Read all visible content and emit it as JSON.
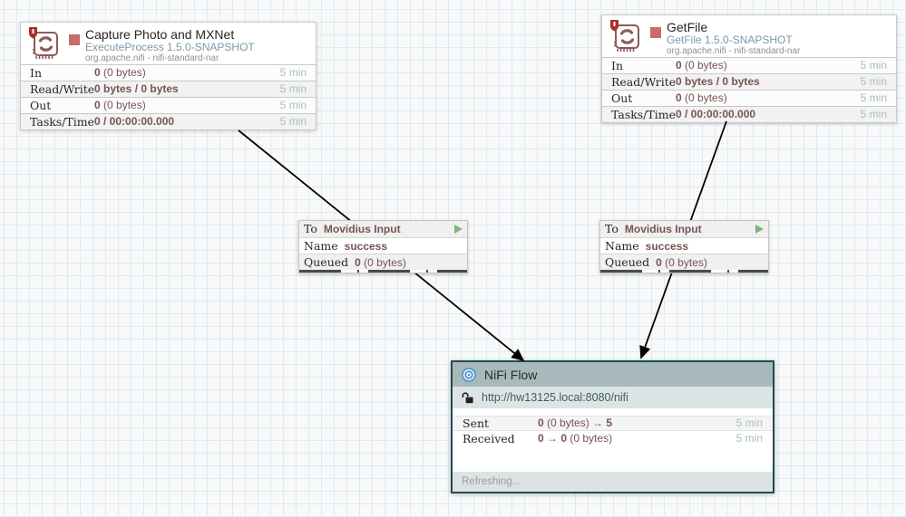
{
  "processors": [
    {
      "title": "Capture Photo and MXNet",
      "type": "ExecuteProcess 1.5.0-SNAPSHOT",
      "bundle": "org.apache.nifi - nifi-standard-nar",
      "stats": [
        {
          "label": "In",
          "parts": [
            {
              "t": "0",
              "b": true
            },
            {
              "t": " (0 bytes)",
              "b": false
            }
          ],
          "window": "5 min"
        },
        {
          "label": "Read/Write",
          "parts": [
            {
              "t": "0 bytes / 0 bytes",
              "b": true
            }
          ],
          "window": "5 min"
        },
        {
          "label": "Out",
          "parts": [
            {
              "t": "0",
              "b": true
            },
            {
              "t": " (0 bytes)",
              "b": false
            }
          ],
          "window": "5 min"
        },
        {
          "label": "Tasks/Time",
          "parts": [
            {
              "t": "0 / 00:00:00.000",
              "b": true
            }
          ],
          "window": "5 min"
        }
      ]
    },
    {
      "title": "GetFile",
      "type": "GetFile 1.5.0-SNAPSHOT",
      "bundle": "org.apache.nifi - nifi-standard-nar",
      "stats": [
        {
          "label": "In",
          "parts": [
            {
              "t": "0",
              "b": true
            },
            {
              "t": " (0 bytes)",
              "b": false
            }
          ],
          "window": "5 min"
        },
        {
          "label": "Read/Write",
          "parts": [
            {
              "t": "0 bytes / 0 bytes",
              "b": true
            }
          ],
          "window": "5 min"
        },
        {
          "label": "Out",
          "parts": [
            {
              "t": "0",
              "b": true
            },
            {
              "t": " (0 bytes)",
              "b": false
            }
          ],
          "window": "5 min"
        },
        {
          "label": "Tasks/Time",
          "parts": [
            {
              "t": "0 / 00:00:00.000",
              "b": true
            }
          ],
          "window": "5 min"
        }
      ]
    }
  ],
  "connections": [
    {
      "to_label": "To",
      "to_value": "Movidius Input",
      "name_label": "Name",
      "name_value": "success",
      "queued_label": "Queued",
      "queued_parts": [
        {
          "t": "0",
          "b": true
        },
        {
          "t": " (0 bytes)",
          "b": false
        }
      ]
    },
    {
      "to_label": "To",
      "to_value": "Movidius Input",
      "name_label": "Name",
      "name_value": "success",
      "queued_label": "Queued",
      "queued_parts": [
        {
          "t": "0",
          "b": true
        },
        {
          "t": " (0 bytes)",
          "b": false
        }
      ]
    }
  ],
  "remote_process_group": {
    "title": "NiFi Flow",
    "url": "http://hw13125.local:8080/nifi",
    "stats": [
      {
        "label": "Sent",
        "parts": [
          {
            "t": "0",
            "b": true
          },
          {
            "t": " (0 bytes) → ",
            "b": false
          },
          {
            "t": "5",
            "b": true
          }
        ],
        "window": "5 min"
      },
      {
        "label": "Received",
        "parts": [
          {
            "t": "0",
            "b": true
          },
          {
            "t": " → ",
            "b": false
          },
          {
            "t": "0",
            "b": true
          },
          {
            "t": " (0 bytes)",
            "b": false
          }
        ],
        "window": "5 min"
      }
    ],
    "footer": "Refreshing..."
  },
  "colors": {
    "value_maroon": "#775351",
    "type_blue": "#7a98a8",
    "time_muted": "#a9bdc5",
    "stopped_red": "#c76b6b",
    "green_arrow": "#79b77f",
    "rpg_border": "#1d4d53",
    "rpg_header_bg": "#a8b9bc"
  }
}
